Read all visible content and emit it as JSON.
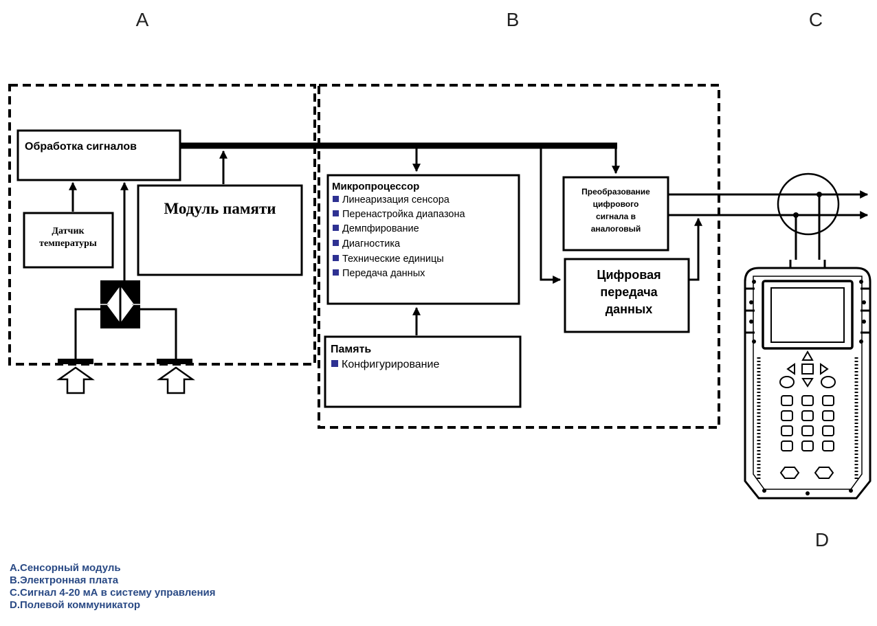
{
  "section_letters": {
    "a": "A",
    "b": "B",
    "c": "C",
    "d": "D"
  },
  "blocks": {
    "signal_processing": "Обработка сигналов",
    "temp_sensor_line1": "Датчик",
    "temp_sensor_line2": "температуры",
    "memory_module": "Модуль памяти",
    "microprocessor": {
      "title": "Микропроцессор",
      "items": [
        "Линеаризация сенсора",
        "Перенастройка диапазона",
        "Демпфирование",
        "Диагностика",
        "Технические единицы",
        "Передача данных"
      ]
    },
    "memory": {
      "title": "Память",
      "items": [
        "Конфигурирование"
      ]
    },
    "dac_lines": [
      "Преобразование",
      "цифрового",
      "сигнала в",
      "аналоговый"
    ],
    "digital_comm_lines": [
      "Цифровая",
      "передача",
      "данных"
    ]
  },
  "legend": [
    {
      "key": "A.",
      "text": "Сенсорный модуль"
    },
    {
      "key": "B.",
      "text": "Электронная плата"
    },
    {
      "key": "C.",
      "text": "Сигнал 4-20 мА в систему управления"
    },
    {
      "key": "D.",
      "text": "Полевой коммуникатор"
    }
  ],
  "colors": {
    "bullet": "#2e3192",
    "legend_text": "#2a4a85",
    "line": "#000000"
  }
}
